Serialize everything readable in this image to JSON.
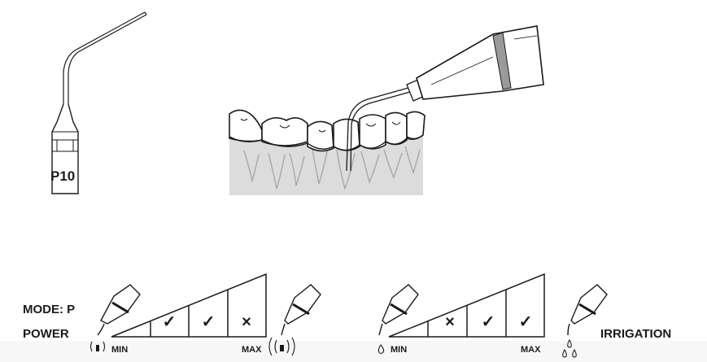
{
  "tip": {
    "model_label": "P10"
  },
  "scales": {
    "mode_label": "MODE: P",
    "power": {
      "title": "POWER",
      "min_label": "MIN",
      "max_label": "MAX",
      "levels": [
        {
          "symbol": "✓",
          "state": "recommended"
        },
        {
          "symbol": "✓",
          "state": "recommended"
        },
        {
          "symbol": "×",
          "state": "not-recommended"
        }
      ]
    },
    "irrigation": {
      "title": "IRRIGATION",
      "min_label": "MIN",
      "max_label": "MAX",
      "levels": [
        {
          "symbol": "×",
          "state": "not-recommended"
        },
        {
          "symbol": "✓",
          "state": "recommended"
        },
        {
          "symbol": "✓",
          "state": "recommended"
        }
      ]
    }
  },
  "colors": {
    "line": "#1a1a1a",
    "gum": "#d9d9d9",
    "handpiece": "#ffffff",
    "band": "#9a9a9a"
  }
}
